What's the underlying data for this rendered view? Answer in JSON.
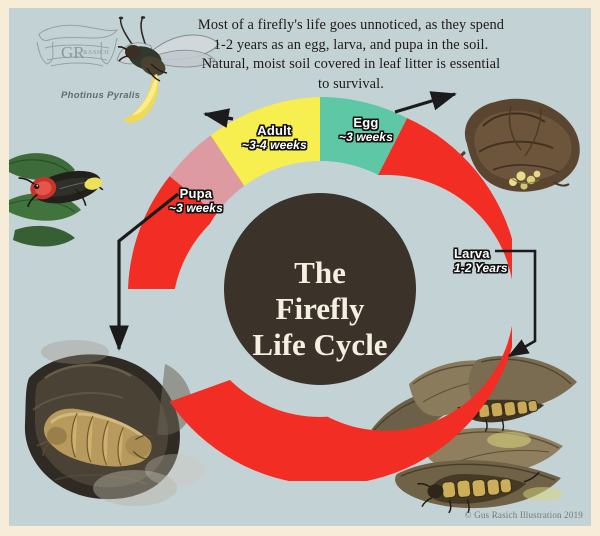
{
  "header": {
    "paragraph": "Most of a firefly's life goes unnoticed, as they spend 1-2 years as an egg, larva, and pupa in the soil. Natural, moist soil covered in leaf litter is essential to survival."
  },
  "logo": {
    "monogram": "GR",
    "ribbon_text": "RASICH"
  },
  "species_label": "Photinus Pyralis",
  "center": {
    "line1": "The",
    "line2": "Firefly",
    "line3": "Life Cycle"
  },
  "credit": "© Gus Rasich Illustration 2019",
  "colors": {
    "background": "#c3d2d5",
    "frame": "#f6ecd8",
    "center_disc": "#3b332a",
    "center_text": "#f5efe2",
    "larva_red": "#f22d23",
    "egg_teal": "#5ec7a5",
    "adult_yellow": "#f7ee4f",
    "pupa_pink": "#dd9aa0",
    "inner_gap": "#c3d2d5",
    "label_outline": "#111111",
    "arrow": "#1b1b1b"
  },
  "chart_data": {
    "type": "pie",
    "title": "The Firefly Life Cycle",
    "subtitle": "",
    "xlabel": "",
    "ylabel": "",
    "legend_position": "on-slices",
    "grid": false,
    "units": "proportion of life cycle duration",
    "categories": [
      "Egg",
      "Larva",
      "Adult",
      "Pupa"
    ],
    "values": [
      7.5,
      74.5,
      10.5,
      7.5
    ],
    "durations": [
      "~3 weeks",
      "1-2 Years",
      "~3-4 weeks",
      "~3 weeks"
    ],
    "slice_colors": [
      "#5ec7a5",
      "#f22d23",
      "#f7ee4f",
      "#dd9aa0"
    ],
    "start_angles_deg": [
      0,
      27,
      306,
      279
    ],
    "end_angles_deg": [
      27,
      306,
      333,
      306
    ],
    "slices": [
      {
        "label": "Egg",
        "duration": "~3 weeks",
        "value": 7.5,
        "color": "#5ec7a5"
      },
      {
        "label": "Larva",
        "duration": "1-2 Years",
        "value": 74.5,
        "color": "#f22d23"
      },
      {
        "label": "Adult",
        "duration": "~3-4 weeks",
        "value": 10.5,
        "color": "#f7ee4f"
      },
      {
        "label": "Pupa",
        "duration": "~3 weeks",
        "value": 7.5,
        "color": "#dd9aa0"
      }
    ]
  },
  "illustrations": [
    {
      "name": "adult-firefly-flying",
      "caption": ""
    },
    {
      "name": "adult-firefly-on-leaf",
      "caption": ""
    },
    {
      "name": "firefly-eggs-in-soil",
      "caption": ""
    },
    {
      "name": "firefly-larva-leaves",
      "caption": ""
    },
    {
      "name": "firefly-pupa-in-soil",
      "caption": ""
    }
  ]
}
